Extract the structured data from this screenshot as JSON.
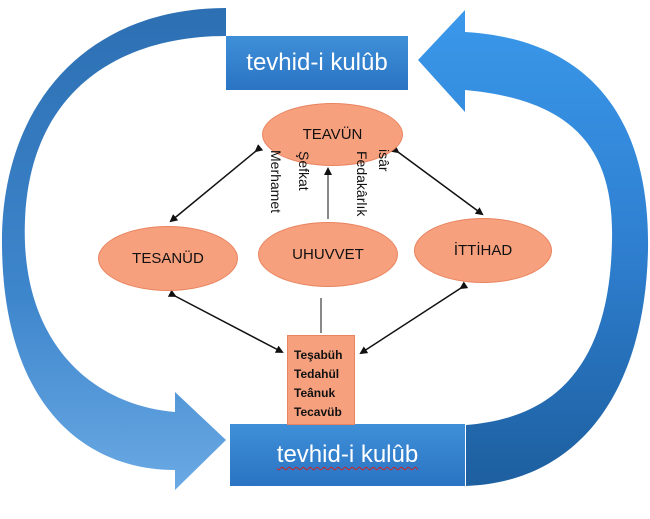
{
  "top_box": {
    "label": "tevhid-i kulûb"
  },
  "bottom_box": {
    "label": "tevhid-i kulûb"
  },
  "nodes": {
    "teavun": "TEAVÜN",
    "tesanud": "TESANÜD",
    "uhuvvet": "UHUVVET",
    "ittihad": "İTTİHAD"
  },
  "edge_labels": {
    "merhamet": "Merhamet",
    "sefkat": "Şefkat",
    "fedakarlik": "Fedakârlık",
    "isar": "isâr"
  },
  "center_box": {
    "items": [
      "Teşabüh",
      "Tedahül",
      "Teânuk",
      "Tecavüb"
    ]
  },
  "colors": {
    "cycle_arrow_dark": "#2d6fb3",
    "cycle_arrow_light": "#6aa9e4",
    "blue_box": "#2f7fd0",
    "node_fill": "#f7a07e",
    "node_border": "#e98460"
  }
}
